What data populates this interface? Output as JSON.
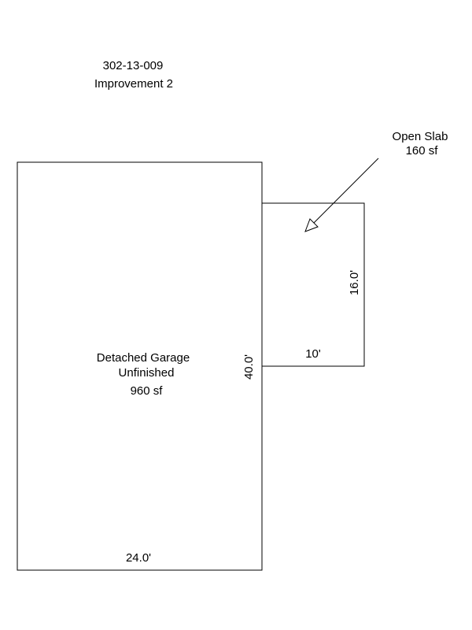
{
  "header": {
    "parcel_id": "302-13-009",
    "improvement": "Improvement 2"
  },
  "garage": {
    "name": "Detached Garage",
    "status": "Unfinished",
    "area": "960 sf",
    "width_dim": "24.0'",
    "depth_dim": "40.0'"
  },
  "slab": {
    "name": "Open Slab",
    "area": "160 sf",
    "width_dim": "10'",
    "depth_dim": "16.0'"
  },
  "colors": {
    "line": "#000000",
    "background": "#ffffff"
  }
}
